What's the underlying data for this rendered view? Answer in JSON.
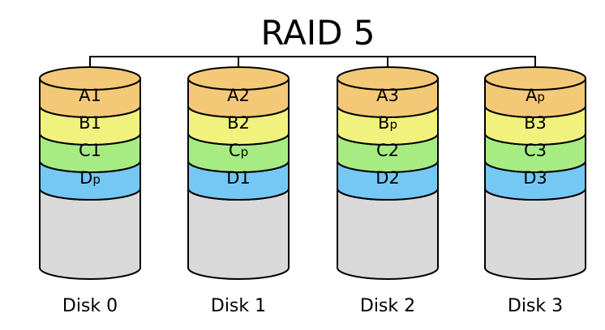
{
  "diagram": {
    "title": "RAID 5",
    "colors": {
      "line": "#000000",
      "A": "#f3c978",
      "B": "#f1f17e",
      "C": "#a6ec82",
      "D": "#75c8f3",
      "empty": "#d9d9d9"
    },
    "block_rows": [
      "A",
      "B",
      "C",
      "D"
    ],
    "disks": [
      {
        "label": "Disk 0",
        "blocks": [
          {
            "main": "A",
            "sub": "1"
          },
          {
            "main": "B",
            "sub": "1"
          },
          {
            "main": "C",
            "sub": "1"
          },
          {
            "main": "D",
            "sub": "p"
          }
        ]
      },
      {
        "label": "Disk 1",
        "blocks": [
          {
            "main": "A",
            "sub": "2"
          },
          {
            "main": "B",
            "sub": "2"
          },
          {
            "main": "C",
            "sub": "p"
          },
          {
            "main": "D",
            "sub": "1"
          }
        ]
      },
      {
        "label": "Disk 2",
        "blocks": [
          {
            "main": "A",
            "sub": "3"
          },
          {
            "main": "B",
            "sub": "p"
          },
          {
            "main": "C",
            "sub": "2"
          },
          {
            "main": "D",
            "sub": "2"
          }
        ]
      },
      {
        "label": "Disk 3",
        "blocks": [
          {
            "main": "A",
            "sub": "p"
          },
          {
            "main": "B",
            "sub": "3"
          },
          {
            "main": "C",
            "sub": "3"
          },
          {
            "main": "D",
            "sub": "3"
          }
        ]
      }
    ]
  }
}
